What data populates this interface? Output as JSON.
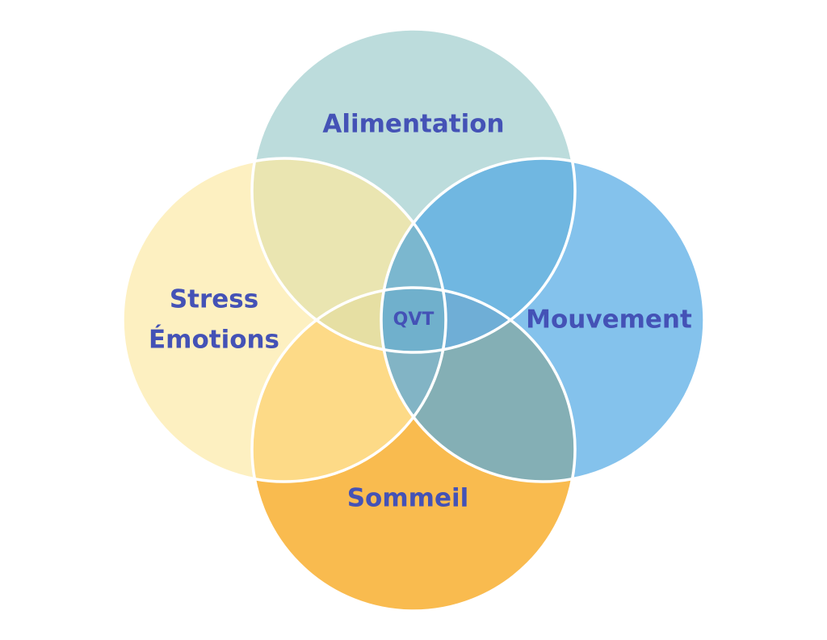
{
  "diagram": {
    "type": "venn-4",
    "center": {
      "label": "QVT"
    },
    "circles": [
      {
        "id": "alimentation",
        "label": "Alimentation",
        "color": "#bcdcdc"
      },
      {
        "id": "mouvement",
        "label": "Mouvement",
        "color": "#84c2ec"
      },
      {
        "id": "sommeil",
        "label": "Sommeil",
        "color": "#f9bb4f"
      },
      {
        "id": "stress",
        "label_line1": "Stress",
        "label_line2": "Émotions",
        "color": "#fdf0c1"
      }
    ],
    "overlap_colors": {
      "top_left": "#eae5b1",
      "top_right": "#70b7e1",
      "bottom_left": "#fdda87",
      "bottom_right": "#84afb5",
      "center": "#70b0cc",
      "center_top": "#7bb7cf",
      "center_left": "#e6dfa3",
      "center_right": "#6faed6",
      "center_bottom": "#82b4c5"
    },
    "label_color": "#4452b6",
    "stroke_color": "#ffffff"
  }
}
